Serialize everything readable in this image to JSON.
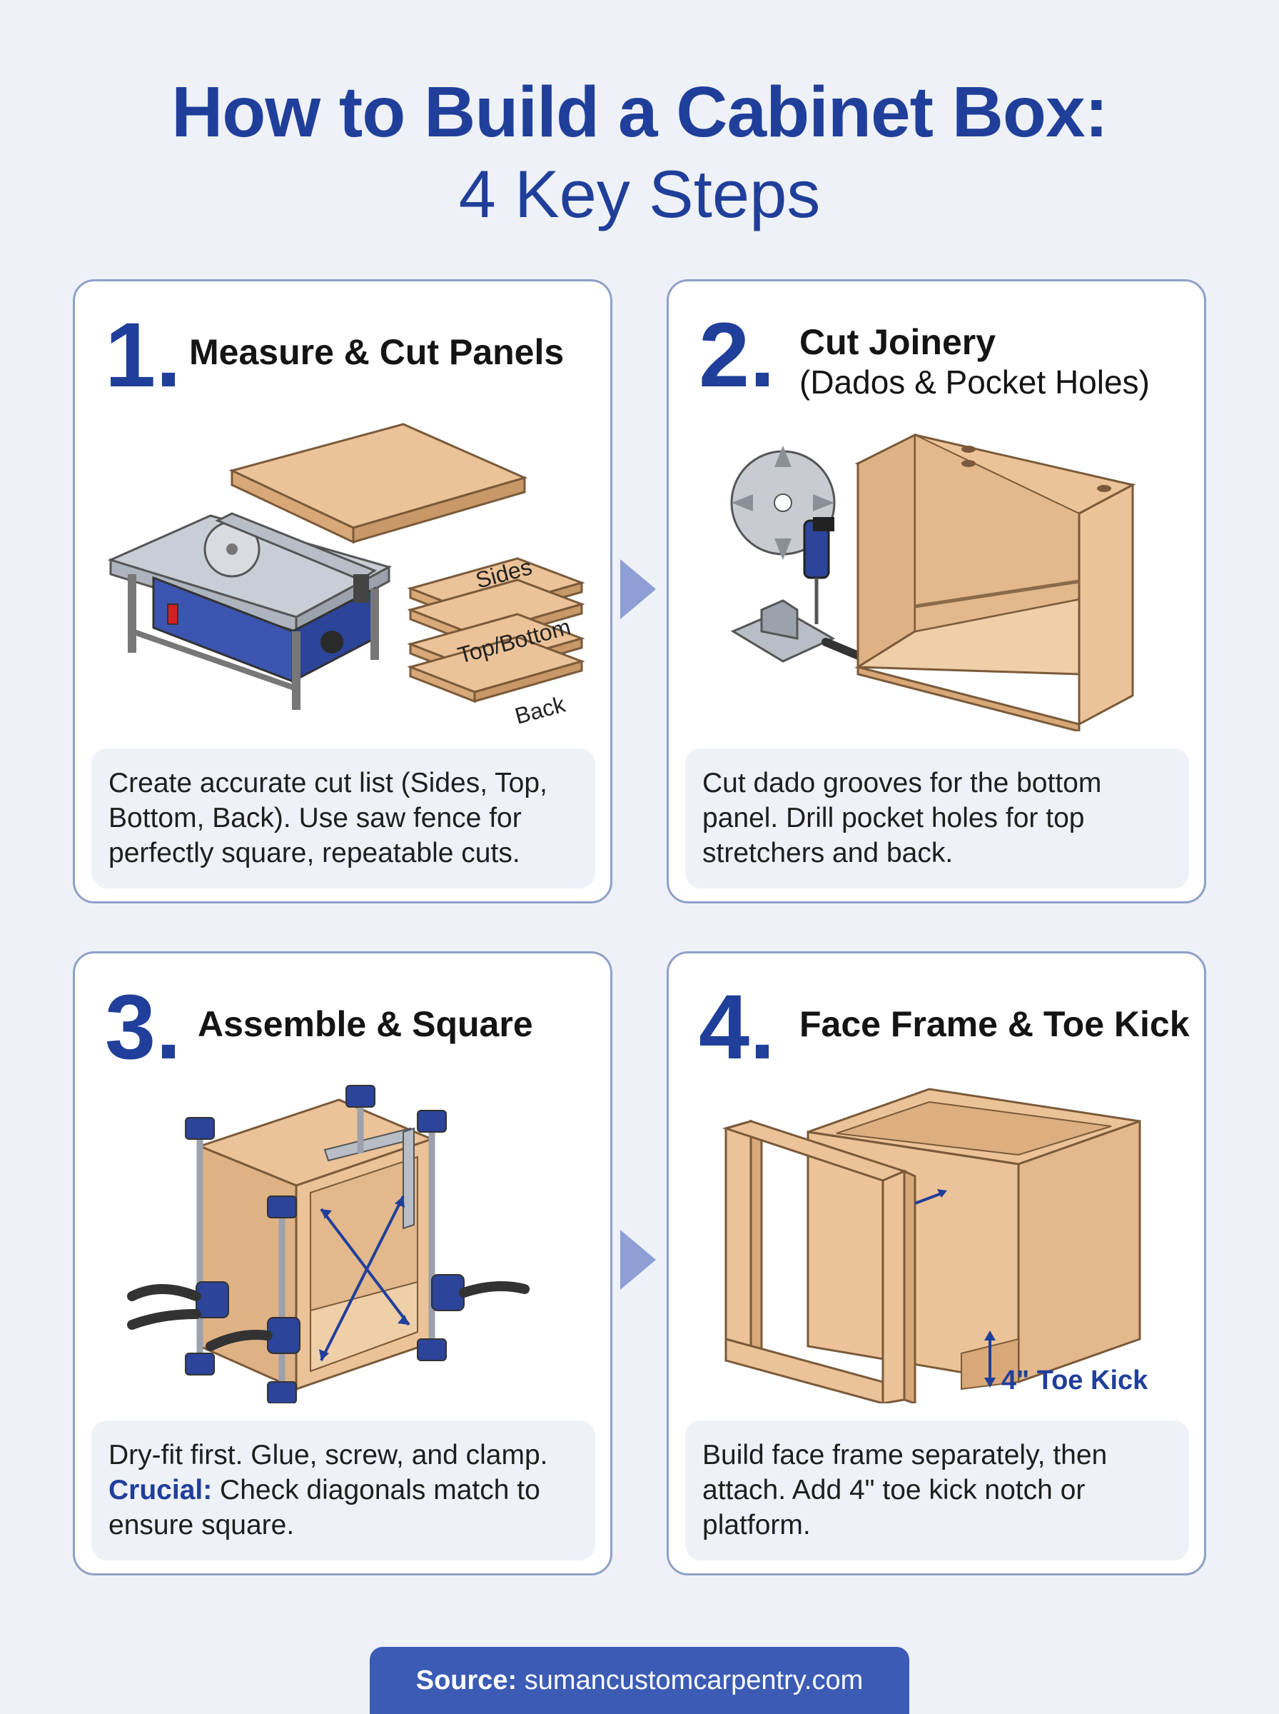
{
  "header": {
    "title": "How to Build a Cabinet Box:",
    "subtitle": "4 Key Steps"
  },
  "steps": [
    {
      "number": "1.",
      "title": "Measure & Cut Panels",
      "subtitle": "",
      "description": "Create accurate cut list (Sides, Top, Bottom, Back). Use saw fence for perfectly square, repeatable cuts.",
      "labels": [
        "Sides",
        "Top/Bottom",
        "Back"
      ]
    },
    {
      "number": "2.",
      "title": "Cut Joinery",
      "subtitle": "(Dados & Pocket Holes)",
      "description": "Cut dado grooves for the bottom panel. Drill pocket holes for top stretchers and back."
    },
    {
      "number": "3.",
      "title": "Assemble & Square",
      "subtitle": "",
      "description_plain": "Dry-fit first. Glue, screw, and clamp.",
      "description_emphasis": "Crucial:",
      "description_rest": "Check diagonals match to ensure square."
    },
    {
      "number": "4.",
      "title": "Face Frame & Toe Kick",
      "subtitle": "",
      "description": "Build face frame separately, then attach. Add 4\" toe kick notch or platform.",
      "labels": [
        "4\" Toe Kick"
      ]
    }
  ],
  "footer": {
    "source_label": "Source:",
    "source_value": "sumancustomcarpentry.com"
  },
  "colors": {
    "accent": "#203f9a",
    "wood": "#ecc398",
    "background": "#eef1f7"
  }
}
